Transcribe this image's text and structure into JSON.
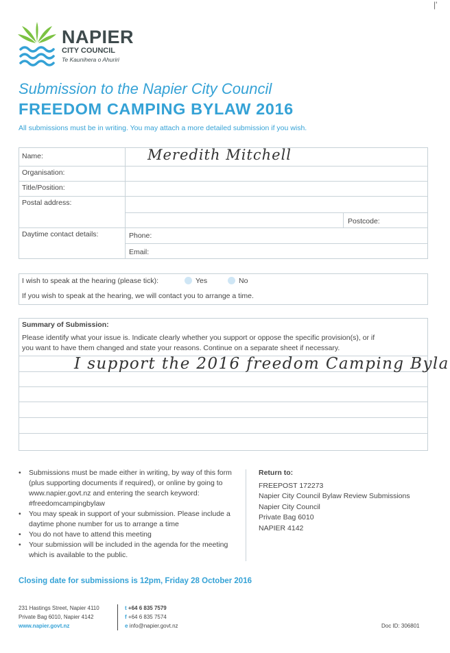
{
  "logo": {
    "name": "NAPIER",
    "sub": "CITY COUNCIL",
    "maori": "Te Kaunihera o Ahuriri",
    "colors": {
      "green": "#7cc242",
      "blue": "#35a2d6"
    }
  },
  "corner_mark": "|'",
  "title": {
    "line1": "Submission to the Napier City Council",
    "line2": "FREEDOM CAMPING BYLAW 2016",
    "intro": "All submissions must be in writing.  You may attach a more detailed submission if you wish."
  },
  "details": {
    "name_label": "Name:",
    "name_value": "Meredith Mitchell",
    "organisation_label": "Organisation:",
    "title_label": "Title/Position:",
    "postal_label": "Postal address:",
    "postcode_label": "Postcode:",
    "contact_label": "Daytime contact details:",
    "phone_label": "Phone:",
    "email_label": "Email:"
  },
  "hearing": {
    "question": "I wish to speak at the hearing (please tick):",
    "yes": "Yes",
    "no": "No",
    "note": "If you wish to speak at the hearing, we will contact you to arrange a time."
  },
  "summary": {
    "heading": "Summary of Submission:",
    "instructions_1": "Please identify what your issue is. Indicate clearly whether you support or oppose the specific provision(s), or if",
    "instructions_2": "you want to have them changed and state your reasons. Continue on a separate sheet if necessary.",
    "handwritten": "I support the 2016 freedom Camping Byla"
  },
  "bullets": [
    "Submissions must be made either in writing, by way of this form (plus supporting documents if required), or online by going to www.napier.govt.nz and entering the search keyword: #freedomcampingbylaw",
    "You may speak in support of your submission. Please include a daytime phone number for us to arrange a time",
    "You do not have to attend this meeting",
    "Your submission will be included in the agenda for the meeting which is available to the public."
  ],
  "return": {
    "heading": "Return to:",
    "lines": [
      "FREEPOST 172273",
      "Napier City Council Bylaw Review Submissions",
      "Napier City Council",
      "Private Bag 6010",
      "NAPIER 4142"
    ]
  },
  "closing": "Closing date for submissions is 12pm, Friday 28 October 2016",
  "footer": {
    "address1": "231 Hastings Street, Napier 4110",
    "address2": "Private Bag 6010, Napier 4142",
    "website": "www.napier.govt.nz",
    "phone_prefix": "t",
    "phone": "+64 6 835 7579",
    "fax_prefix": "f",
    "fax": "+64 6 835 7574",
    "email_prefix": "e",
    "email": "info@napier.govt.nz",
    "doc_id": "Doc ID: 306801"
  }
}
